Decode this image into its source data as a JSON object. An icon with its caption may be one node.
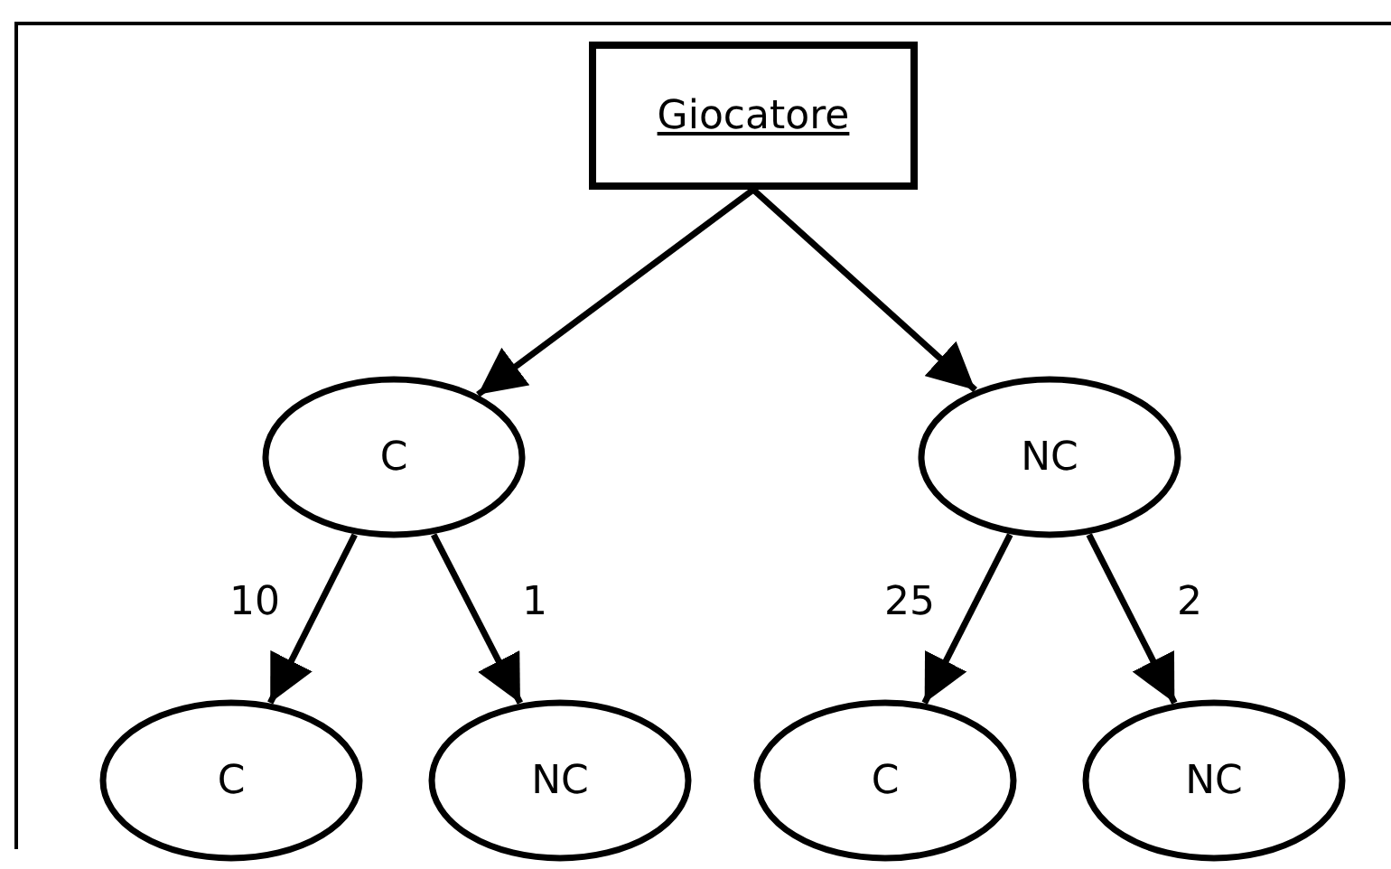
{
  "diagram": {
    "nodes": [
      {
        "text": [
          "Giocatore"
        ]
      },
      {
        "text": [
          "C"
        ]
      },
      {
        "text": [
          "NC"
        ]
      },
      {
        "text": [
          "C"
        ]
      },
      {
        "text": [
          "NC"
        ]
      },
      {
        "text": [
          "C"
        ]
      },
      {
        "text": [
          "NC"
        ]
      }
    ],
    "edges": [
      {
        "from": 0,
        "to": 1,
        "arrow": "to"
      },
      {
        "from": 0,
        "to": 2,
        "arrow": "to"
      },
      {
        "from": 1,
        "to": 3,
        "arrow": "to",
        "label": "10"
      },
      {
        "from": 1,
        "to": 4,
        "arrow": "to",
        "label": "1"
      },
      {
        "from": 2,
        "to": 5,
        "arrow": "to",
        "label": "25"
      },
      {
        "from": 2,
        "to": 6,
        "arrow": "to",
        "label": "2"
      }
    ]
  }
}
